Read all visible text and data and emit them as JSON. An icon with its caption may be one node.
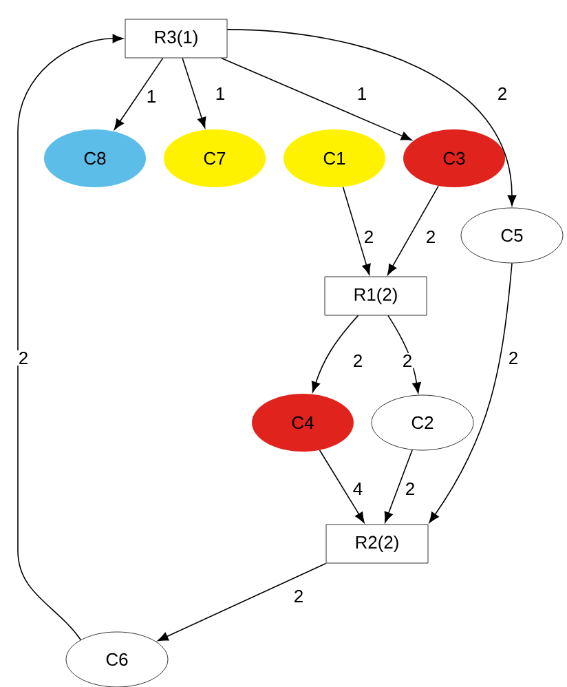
{
  "diagram": {
    "nodes": [
      {
        "text": [
          "R3(1)"
        ]
      },
      {
        "text": [
          "C8"
        ]
      },
      {
        "text": [
          "C7"
        ]
      },
      {
        "text": [
          "C1"
        ]
      },
      {
        "text": [
          "C3"
        ]
      },
      {
        "text": [
          "C5"
        ]
      },
      {
        "text": [
          "R1(2)"
        ]
      },
      {
        "text": [
          "C4"
        ]
      },
      {
        "text": [
          "C2"
        ]
      },
      {
        "text": [
          "R2(2)"
        ]
      },
      {
        "text": [
          "C6"
        ]
      }
    ],
    "edges": [
      {
        "from": 0,
        "to": 1,
        "arrow": "to",
        "label": "1"
      },
      {
        "from": 0,
        "to": 2,
        "arrow": "to",
        "label": "1"
      },
      {
        "from": 0,
        "to": 4,
        "arrow": "to",
        "label": "1"
      },
      {
        "from": 0,
        "to": 5,
        "arrow": "to",
        "label": "2"
      },
      {
        "from": 3,
        "to": 6,
        "arrow": "to",
        "label": "2"
      },
      {
        "from": 4,
        "to": 6,
        "arrow": "to",
        "label": "2"
      },
      {
        "from": 6,
        "to": 7,
        "arrow": "to",
        "label": "2"
      },
      {
        "from": 6,
        "to": 8,
        "arrow": "to",
        "label": "2"
      },
      {
        "from": 5,
        "to": 9,
        "arrow": "to",
        "label": "2"
      },
      {
        "from": 7,
        "to": 9,
        "arrow": "to",
        "label": "4"
      },
      {
        "from": 8,
        "to": 9,
        "arrow": "to",
        "label": "2"
      },
      {
        "from": 9,
        "to": 10,
        "arrow": "to",
        "label": "2"
      },
      {
        "from": 10,
        "to": 0,
        "arrow": "to",
        "label": "2"
      }
    ]
  }
}
